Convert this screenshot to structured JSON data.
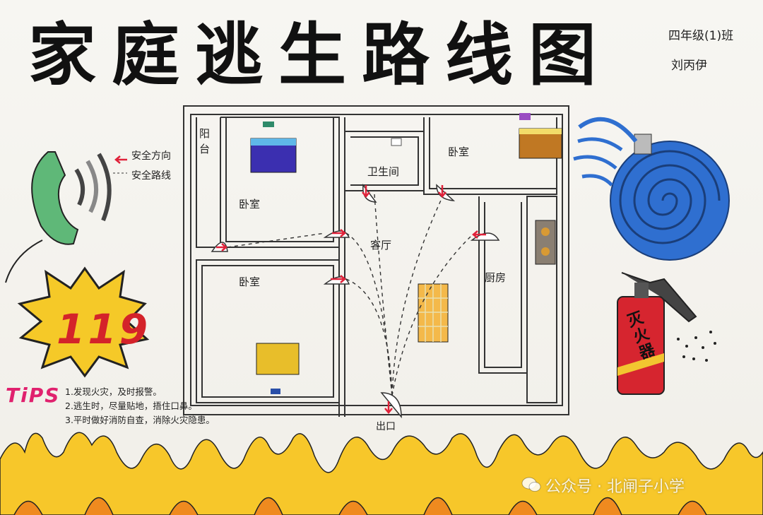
{
  "poster": {
    "title": "家庭逃生路线图",
    "class_label": "四年级(1)班",
    "author": "刘丙伊"
  },
  "legend": {
    "direction": "安全方向",
    "route": "安全路线"
  },
  "rooms": {
    "balcony": "阳台",
    "bedroom_top_left": "卧室",
    "bathroom": "卫生间",
    "bedroom_top_right": "卧室",
    "living_room": "客厅",
    "bedroom_bottom_left": "卧室",
    "kitchen": "厨房",
    "exit": "出口"
  },
  "emergency_number": "119",
  "extinguisher_label": "灭火器",
  "tips": {
    "title": "TiPS",
    "items": [
      "1.发现火灾，及时报警。",
      "2.逃生时，尽量贴地，捂住口鼻。",
      "3.平时做好消防自查，消除火灾隐患。"
    ]
  },
  "watermark": "公众号 · 北闸子小学",
  "colors": {
    "route_arrow": "#e0223a",
    "phone": "#5fb878",
    "hose": "#2f6fd0",
    "extinguisher": "#d6252f",
    "flame_yellow": "#f7c72a",
    "flame_orange": "#ef8a1f"
  }
}
